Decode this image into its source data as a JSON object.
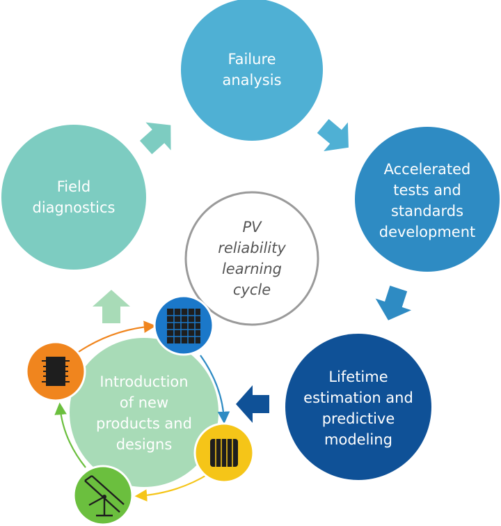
{
  "diagram": {
    "center": {
      "text": "PV\nreliability\nlearning\ncycle"
    },
    "nodes": [
      {
        "id": "failure-analysis",
        "text": "Failure\nanalysis",
        "color": "#4fb0d4"
      },
      {
        "id": "accelerated-tests",
        "text": "Accelerated\ntests and\nstandards\ndevelopment",
        "color": "#2e8bc3"
      },
      {
        "id": "lifetime-estimation",
        "text": "Lifetime\nestimation and\npredictive\nmodeling",
        "color": "#0f5197"
      },
      {
        "id": "new-products",
        "text": "Introduction\nof new\nproducts and\ndesigns",
        "color": "#a8dbb7"
      },
      {
        "id": "field-diagnostics",
        "text": "Field\ndiagnostics",
        "color": "#7dccc1"
      }
    ],
    "sub_cycle_icons": [
      {
        "name": "solar-module-icon",
        "color": "#1b78c9"
      },
      {
        "name": "solar-cell-icon",
        "color": "#f5c518"
      },
      {
        "name": "tracker-icon",
        "color": "#6bbf3e"
      },
      {
        "name": "chip-icon",
        "color": "#f0851e"
      }
    ]
  }
}
